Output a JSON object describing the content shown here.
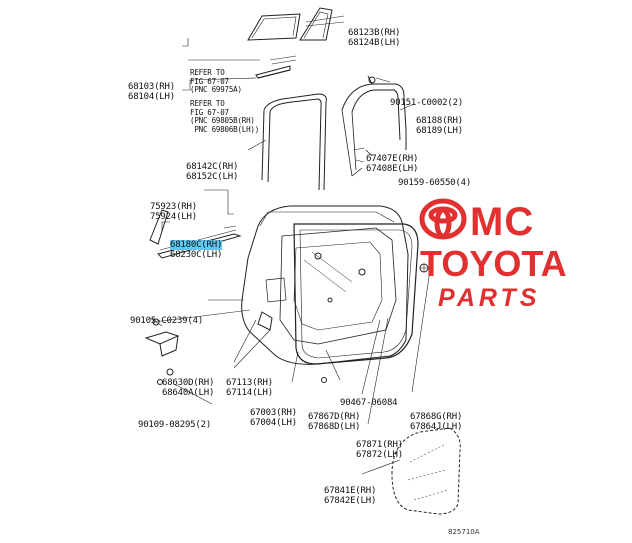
{
  "labels": {
    "l_68123B": {
      "line1": "68123B(RH)",
      "line2": "68124B(LH)"
    },
    "l_refer1": {
      "line1": "REFER TO",
      "line2": "FIG 67-07",
      "line3": "(PNC 69975A)"
    },
    "l_68103": {
      "line1": "68103(RH)",
      "line2": "68104(LH)"
    },
    "l_refer2": {
      "line1": "REFER TO",
      "line2": "FIG 67-07",
      "line3": "(PNC 69805B(RH)",
      "line4": " PNC 69806B(LH))"
    },
    "l_90151": {
      "line1": "90151-C0002(2)"
    },
    "l_68188": {
      "line1": "68188(RH)",
      "line2": "68189(LH)"
    },
    "l_68142C": {
      "line1": "68142C(RH)",
      "line2": "68152C(LH)"
    },
    "l_67407E": {
      "line1": "67407E(RH)",
      "line2": "67408E(LH)"
    },
    "l_90159": {
      "line1": "90159-60550(4)"
    },
    "l_75923": {
      "line1": "75923(RH)",
      "line2": "75924(LH)"
    },
    "l_68180C": {
      "line1": "68180C(RH)",
      "line2": "68230C(LH)"
    },
    "l_90105": {
      "line1": "90105-C0239(4)"
    },
    "l_68630D": {
      "line1": "68630D(RH)",
      "line2": "68640A(LH)"
    },
    "l_67113": {
      "line1": "67113(RH)",
      "line2": "67114(LH)"
    },
    "l_90109": {
      "line1": "90109-08295(2)"
    },
    "l_67003": {
      "line1": "67003(RH)",
      "line2": "67004(LH)"
    },
    "l_90467": {
      "line1": "90467-06084"
    },
    "l_67867D": {
      "line1": "67867D(RH)",
      "line2": "67868D(LH)"
    },
    "l_67868G": {
      "line1": "67868G(RH)",
      "line2": "67864J(LH)"
    },
    "l_67871": {
      "line1": "67871(RH)",
      "line2": "67872(LH)"
    },
    "l_67841E": {
      "line1": "67841E(RH)",
      "line2": "67842E(LH)"
    }
  },
  "watermark": {
    "mc": "MC",
    "toyota": "TOYOTA",
    "parts": "PARTS",
    "color": "#e03030"
  },
  "highlight_color": "#5ec8f0",
  "footer_code": "825710A"
}
